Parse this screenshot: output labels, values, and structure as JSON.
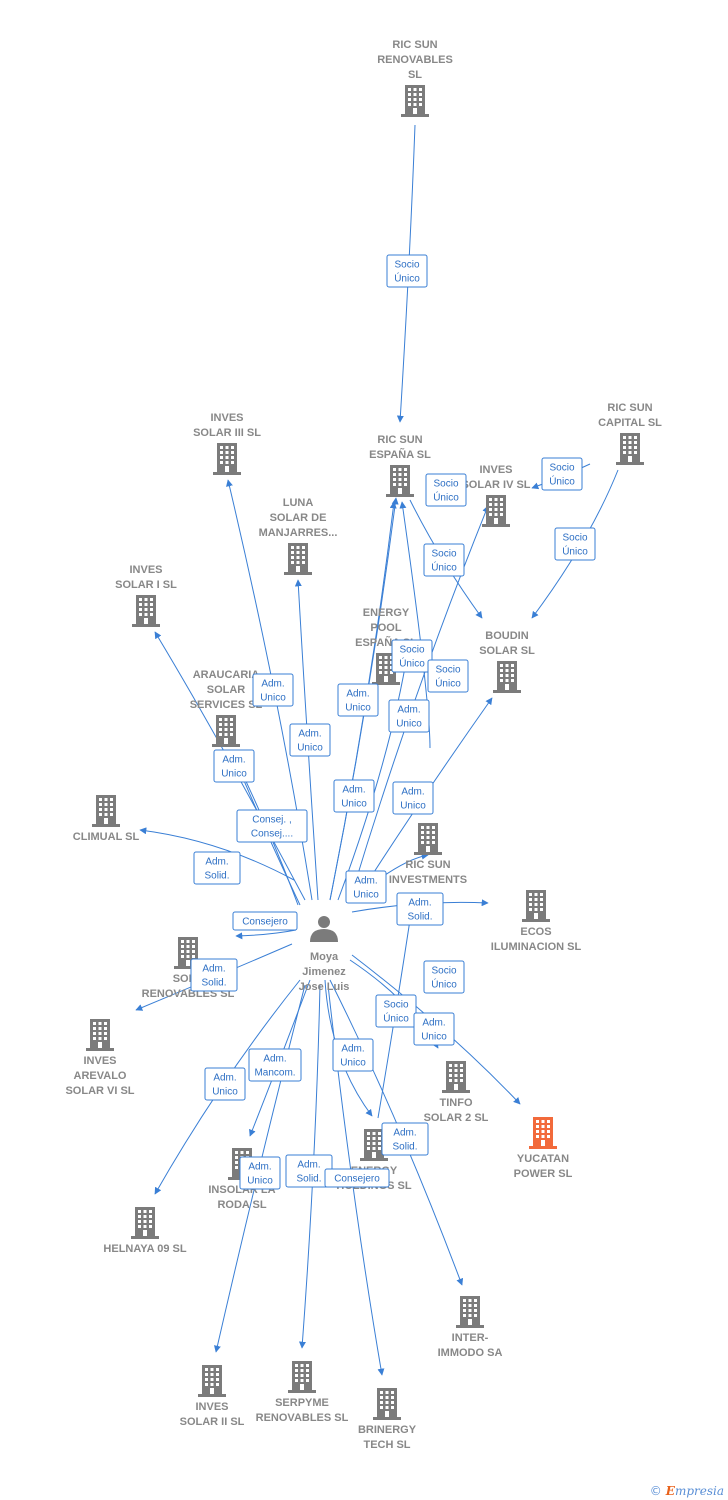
{
  "colors": {
    "edge": "#3a7fd5",
    "building": "#7b7b7b",
    "highlight": "#f26a3b",
    "label": "#888888"
  },
  "center": {
    "name_lines": [
      "Moya",
      "Jimenez",
      "Jose Luis"
    ],
    "icon": "person-icon"
  },
  "companies": [
    {
      "id": "ric-sun-renovables",
      "lines": [
        "RIC SUN",
        "RENOVABLES",
        "SL"
      ]
    },
    {
      "id": "ric-sun-espana",
      "lines": [
        "RIC SUN",
        "ESPAÑA  SL"
      ]
    },
    {
      "id": "ric-sun-capital",
      "lines": [
        "RIC SUN",
        "CAPITAL  SL"
      ]
    },
    {
      "id": "inves-solar-iii",
      "lines": [
        "INVES",
        "SOLAR III SL"
      ]
    },
    {
      "id": "inves-solar-iv",
      "lines": [
        "INVES",
        "SOLAR IV SL"
      ]
    },
    {
      "id": "luna-solar",
      "lines": [
        "LUNA",
        "SOLAR DE",
        "MANJARRES..."
      ]
    },
    {
      "id": "inves-solar-i",
      "lines": [
        "INVES",
        "SOLAR I SL"
      ]
    },
    {
      "id": "energy-pool",
      "lines": [
        "ENERGY",
        "POOL",
        "ESPAÑA  SL"
      ]
    },
    {
      "id": "boudin-solar",
      "lines": [
        "BOUDIN",
        "SOLAR SL"
      ]
    },
    {
      "id": "araucaria",
      "lines": [
        "ARAUCARIA",
        "SOLAR",
        "SERVICES SL"
      ]
    },
    {
      "id": "climual",
      "lines": [
        "CLIMUAL SL"
      ]
    },
    {
      "id": "ric-sun-investments",
      "lines": [
        "RIC SUN",
        "INVESTMENTS"
      ]
    },
    {
      "id": "ecos",
      "lines": [
        "ECOS",
        "ILUMINACION SL"
      ]
    },
    {
      "id": "sola-renovables",
      "lines": [
        "SOLA",
        "RENOVABLES SL"
      ]
    },
    {
      "id": "inves-arevalo",
      "lines": [
        "INVES",
        "AREVALO",
        "SOLAR VI SL"
      ]
    },
    {
      "id": "tinfo-solar",
      "lines": [
        "TINFO",
        "SOLAR 2 SL"
      ]
    },
    {
      "id": "yucatan-power",
      "lines": [
        "YUCATAN",
        "POWER  SL"
      ],
      "highlight": true
    },
    {
      "id": "insolar-la-roda",
      "lines": [
        "INSOLAR LA",
        "RODA  SL"
      ]
    },
    {
      "id": "energy-holdings",
      "lines": [
        "ENERGY",
        "HOLDINGS  SL"
      ]
    },
    {
      "id": "helnaya",
      "lines": [
        "HELNAYA 09 SL"
      ]
    },
    {
      "id": "inter-immodo",
      "lines": [
        "INTER-",
        "IMMODO SA"
      ]
    },
    {
      "id": "inves-solar-ii",
      "lines": [
        "INVES",
        "SOLAR II SL"
      ]
    },
    {
      "id": "serpyme",
      "lines": [
        "SERPYME",
        "RENOVABLES SL"
      ]
    },
    {
      "id": "brinergy",
      "lines": [
        "BRINERGY",
        "TECH  SL"
      ]
    }
  ],
  "relations": [
    {
      "lines": [
        "Socio",
        "Único"
      ]
    },
    {
      "lines": [
        "Socio",
        "Único"
      ]
    },
    {
      "lines": [
        "Socio",
        "Único"
      ]
    },
    {
      "lines": [
        "Socio",
        "Único"
      ]
    },
    {
      "lines": [
        "Socio",
        "Único"
      ]
    },
    {
      "lines": [
        "Socio",
        "Único"
      ]
    },
    {
      "lines": [
        "Socio",
        "Único"
      ]
    },
    {
      "lines": [
        "Adm.",
        "Unico"
      ]
    },
    {
      "lines": [
        "Adm.",
        "Unico"
      ]
    },
    {
      "lines": [
        "Adm.",
        "Unico"
      ]
    },
    {
      "lines": [
        "Adm.",
        "Unico"
      ]
    },
    {
      "lines": [
        "Adm.",
        "Unico"
      ]
    },
    {
      "lines": [
        "Adm.",
        "Unico"
      ]
    },
    {
      "lines": [
        "Adm.",
        "Unico"
      ]
    },
    {
      "lines": [
        "Consej. ,",
        "Consej...."
      ]
    },
    {
      "lines": [
        "Adm.",
        "Solid."
      ]
    },
    {
      "lines": [
        "Adm.",
        "Unico"
      ]
    },
    {
      "lines": [
        "Consejero"
      ]
    },
    {
      "lines": [
        "Adm.",
        "Solid."
      ]
    },
    {
      "lines": [
        "Adm.",
        "Solid."
      ]
    },
    {
      "lines": [
        "Socio",
        "Único"
      ]
    },
    {
      "lines": [
        "Socio",
        "Único"
      ]
    },
    {
      "lines": [
        "Adm.",
        "Unico"
      ]
    },
    {
      "lines": [
        "Adm.",
        "Mancom."
      ]
    },
    {
      "lines": [
        "Adm.",
        "Unico"
      ]
    },
    {
      "lines": [
        "Adm.",
        "Unico"
      ]
    },
    {
      "lines": [
        "Adm.",
        "Solid."
      ]
    },
    {
      "lines": [
        "Adm.",
        "Unico"
      ]
    },
    {
      "lines": [
        "Adm.",
        "Solid."
      ]
    },
    {
      "lines": [
        "Consejero"
      ]
    }
  ],
  "footer": {
    "copyright": "©",
    "brand_first": "E",
    "brand_rest": "mpresia"
  }
}
